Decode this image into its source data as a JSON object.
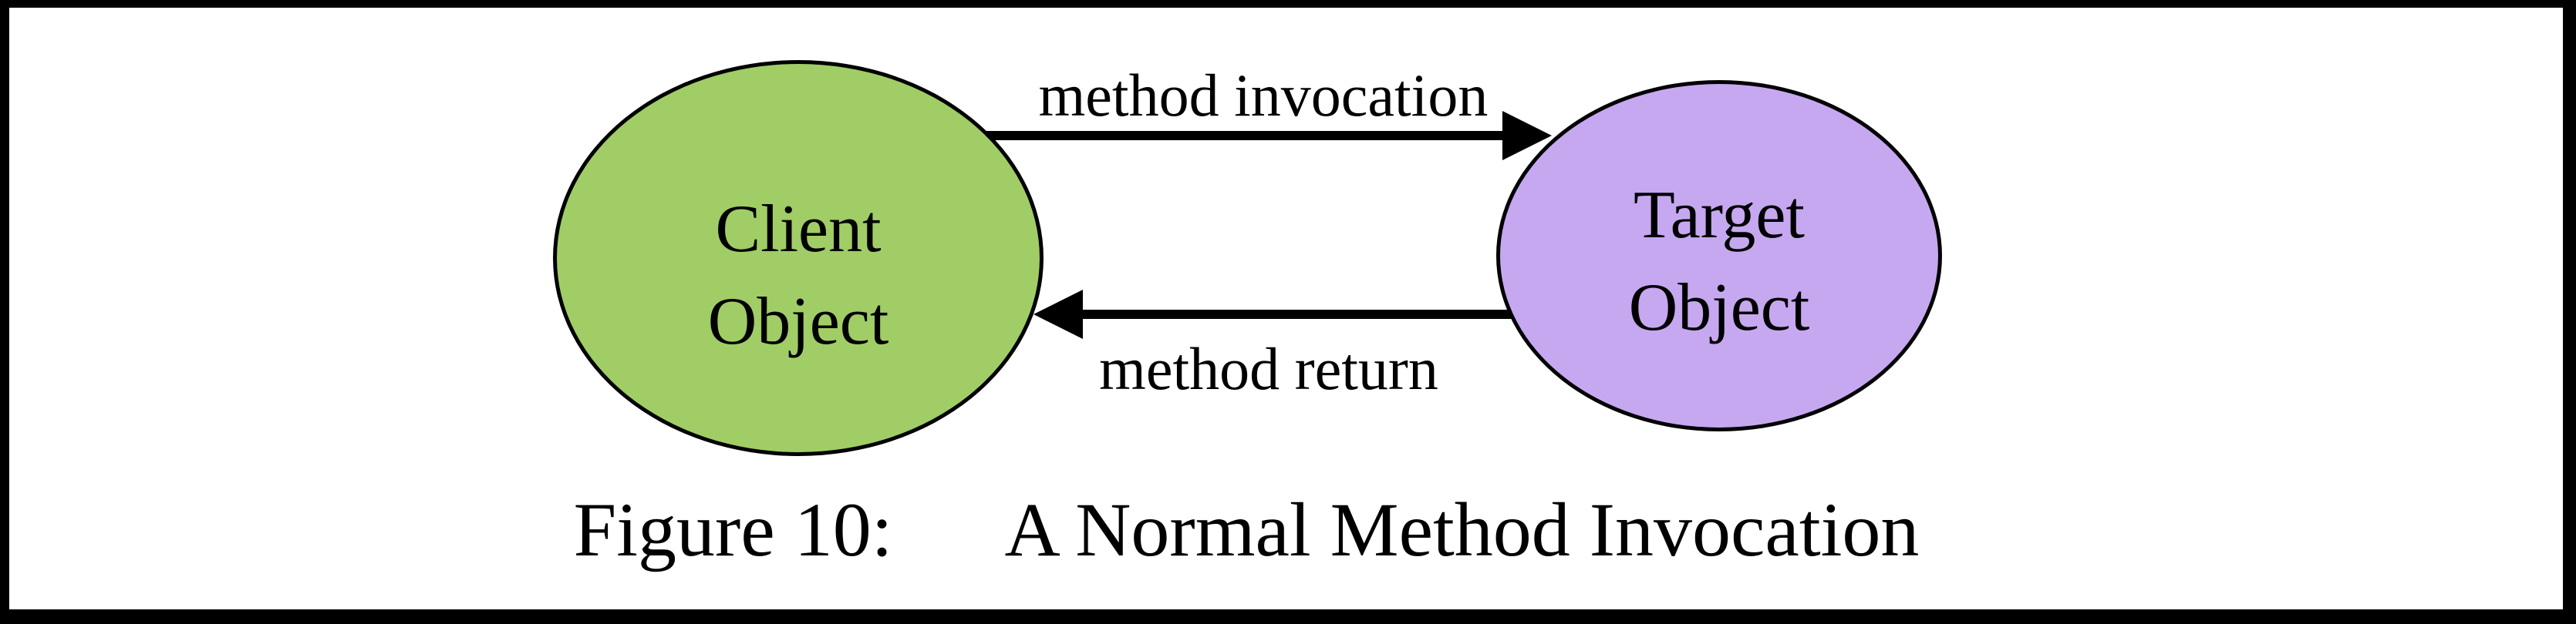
{
  "diagram": {
    "client_node": {
      "line1": "Client",
      "line2": "Object",
      "fill": "#A0CD66"
    },
    "target_node": {
      "line1": "Target",
      "line2": "Object",
      "fill": "#C6A8F0"
    },
    "top_arrow": {
      "label": "method invocation",
      "direction": "left-to-right"
    },
    "bottom_arrow": {
      "label": "method return",
      "direction": "right-to-left"
    },
    "caption": {
      "label": "Figure 10:",
      "title": "A Normal Method Invocation"
    },
    "colors": {
      "arrow_stroke": "#000000",
      "node_outline": "#000000",
      "frame": "#000000",
      "background": "#FFFFFF",
      "text": "#000000"
    }
  }
}
